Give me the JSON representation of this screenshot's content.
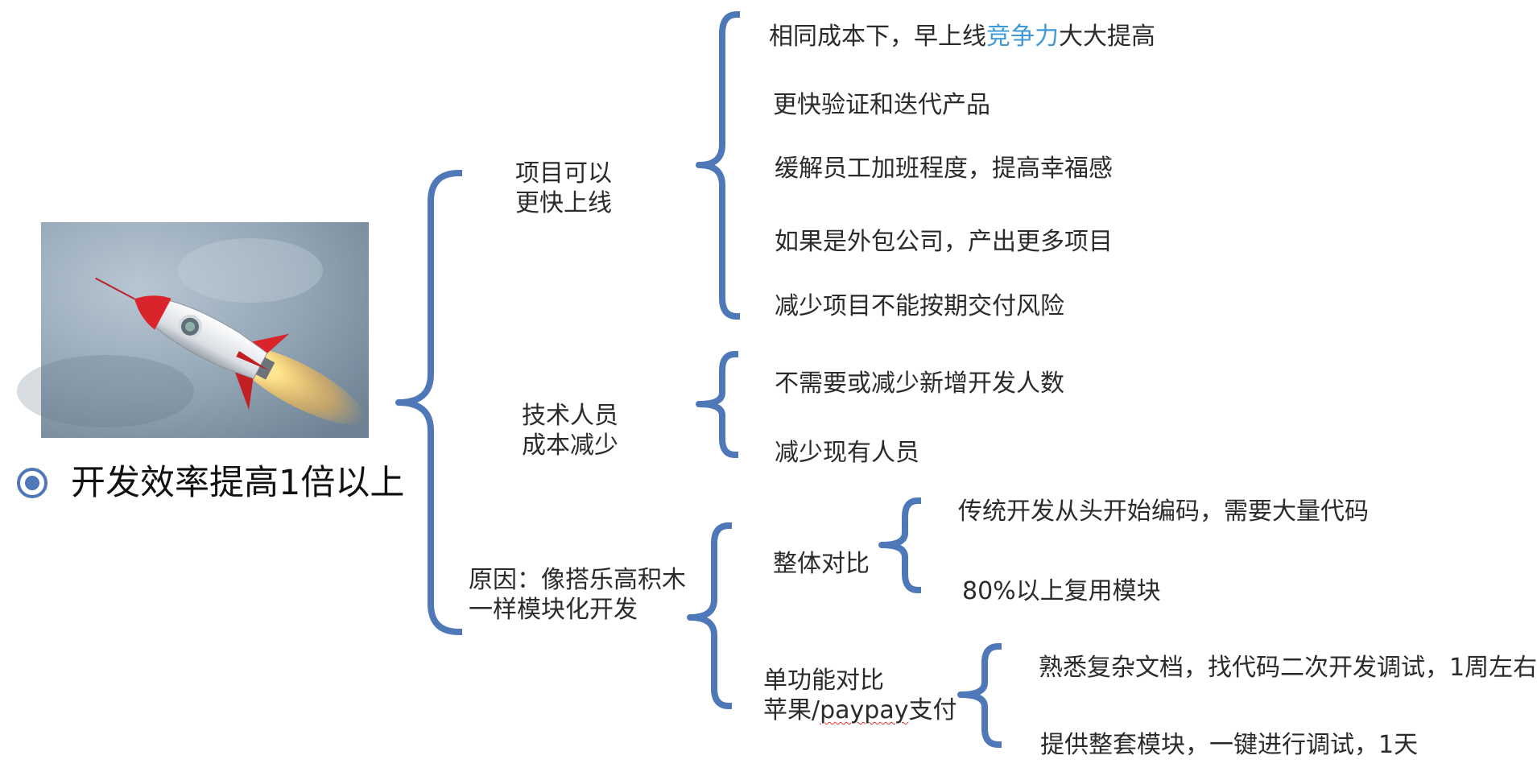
{
  "root": {
    "title": "开发效率提高1倍以上",
    "bullet_icon": "target-circle-icon",
    "image": "rocket-launch-illustration"
  },
  "colors": {
    "brace": "#4f78b8",
    "text": "#2b2b2b",
    "highlight": "#3d9ad8",
    "bullet": "#4f78b8",
    "spell_underline": "#e03030"
  },
  "branches": [
    {
      "label_lines": [
        "项目可以",
        "更快上线"
      ],
      "items": [
        {
          "pre": "相同成本下，早上线",
          "highlight": "竞争力",
          "post": "大大提高"
        },
        {
          "text": "更快验证和迭代产品"
        },
        {
          "text": "缓解员工加班程度，提高幸福感"
        },
        {
          "text": "如果是外包公司，产出更多项目"
        },
        {
          "text": "减少项目不能按期交付风险"
        }
      ]
    },
    {
      "label_lines": [
        "技术人员",
        "成本减少"
      ],
      "items": [
        {
          "text": "不需要或减少新增开发人数"
        },
        {
          "text": "减少现有人员"
        }
      ]
    },
    {
      "label_lines": [
        "原因：像搭乐高积木",
        "一样模块化开发"
      ],
      "groups": [
        {
          "label_lines": [
            "整体对比"
          ],
          "items": [
            {
              "text": "传统开发从头开始编码，需要大量代码"
            },
            {
              "text": "80%以上复用模块"
            }
          ]
        },
        {
          "label_line1": "单功能对比",
          "label_line2_pre": "苹果/",
          "label_line2_squiggle": "paypay",
          "label_line2_post": "支付",
          "items": [
            {
              "text": "熟悉复杂文档，找代码二次开发调试，1周左右"
            },
            {
              "text": "提供整套模块，一键进行调试，1天"
            }
          ]
        }
      ]
    }
  ]
}
